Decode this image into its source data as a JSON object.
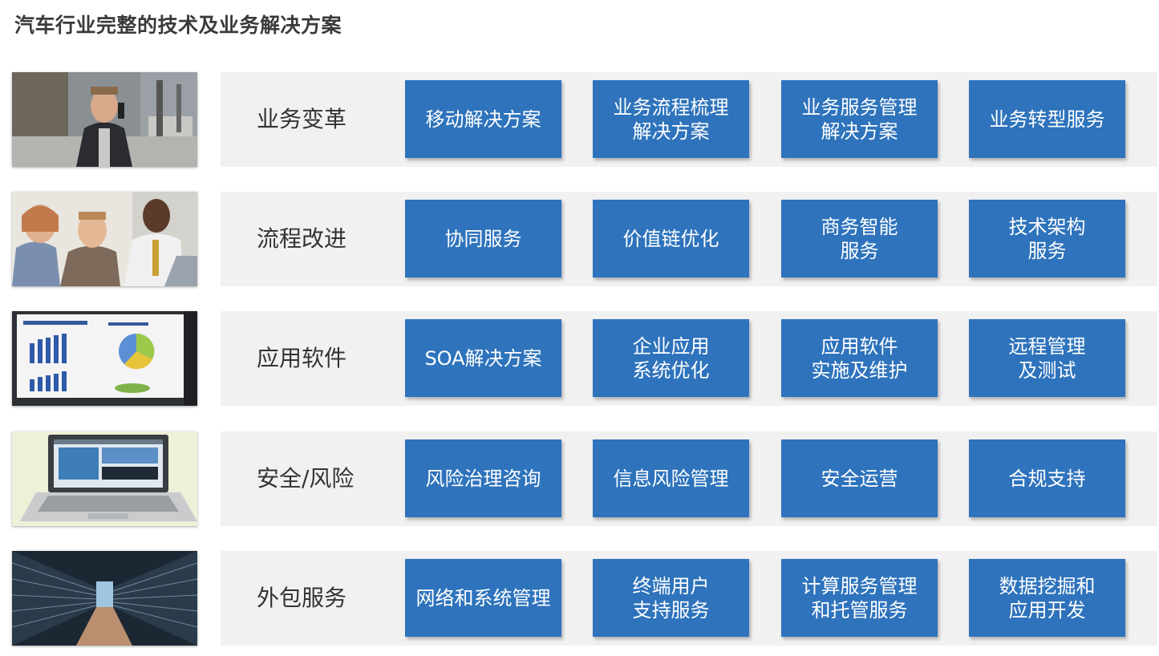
{
  "title": "汽车行业完整的技术及业务解决方案",
  "rows": [
    {
      "label": "业务变革",
      "image": "business-phone-photo",
      "tiles": [
        "移动解决方案",
        "业务流程梳理\n解决方案",
        "业务服务管理\n解决方案",
        "业务转型服务"
      ]
    },
    {
      "label": "流程改进",
      "image": "team-meeting-photo",
      "tiles": [
        "协同服务",
        "价值链优化",
        "商务智能\n服务",
        "技术架构\n服务"
      ]
    },
    {
      "label": "应用软件",
      "image": "presentation-slide-photo",
      "tiles": [
        "SOA解决方案",
        "企业应用\n系统优化",
        "应用软件\n实施及维护",
        "远程管理\n及测试"
      ]
    },
    {
      "label": "安全/风险",
      "image": "laptop-photo",
      "tiles": [
        "风险治理咨询",
        "信息风险管理",
        "安全运营",
        "合规支持"
      ]
    },
    {
      "label": "外包服务",
      "image": "data-center-photo",
      "tiles": [
        "网络和系统管理",
        "终端用户\n支持服务",
        "计算服务管理\n和托管服务",
        "数据挖掘和\n应用开发"
      ]
    }
  ],
  "colors": {
    "tile": "#2e73bc",
    "band": "#f1f1f1",
    "title": "#3a3a3a"
  }
}
